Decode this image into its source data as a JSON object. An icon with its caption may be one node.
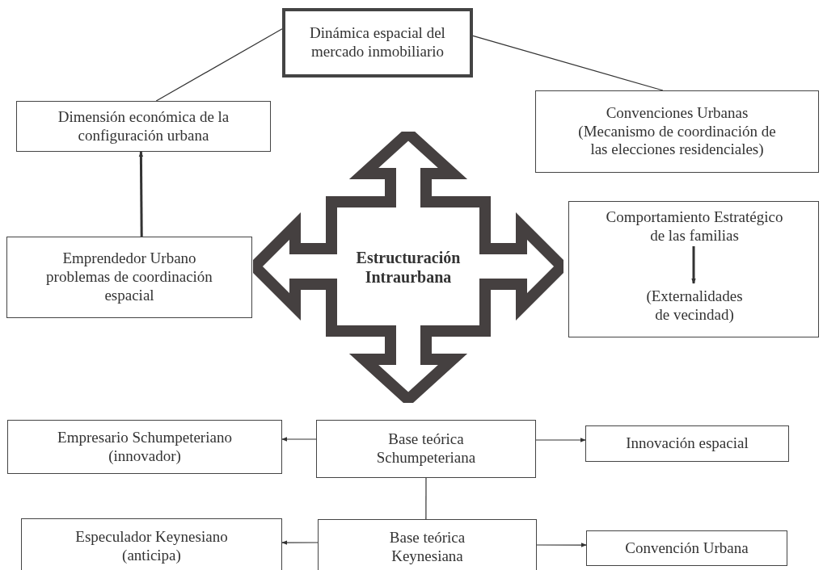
{
  "diagram": {
    "nodes": [
      {
        "text": [
          "Dinámica espacial del mercado inmobiliario"
        ]
      },
      {
        "text": [
          "Dimensión económica de la configuración urbana"
        ]
      },
      {
        "text": [
          "Convenciones Urbanas (Mecanismo de coordinación de las elecciones residenciales)"
        ]
      },
      {
        "text": [
          "Emprendedor Urbano problemas de coordinación espacial"
        ]
      },
      {
        "text": [
          "Estructuración Intraurbana"
        ]
      },
      {
        "text": [],
        "shape": "box"
      },
      {
        "text": [
          "Comportamiento Estratégico de las familias"
        ],
        "in": 5
      },
      {
        "text": [
          "(Externalidades de vecindad)"
        ],
        "in": 5
      },
      {
        "text": [
          "Empresario Schumpeteriano (innovador)"
        ]
      },
      {
        "text": [
          "Base teórica Schumpeteriana"
        ]
      },
      {
        "text": [
          "Innovación espacial"
        ]
      },
      {
        "text": [
          "Especulador Keynesiano (anticipa)"
        ]
      },
      {
        "text": [
          "Base teórica Keynesiana"
        ]
      },
      {
        "text": [
          "Convención Urbana"
        ]
      }
    ],
    "edges": [
      {
        "from": 0,
        "to": 1,
        "arrow": "none"
      },
      {
        "from": 0,
        "to": 2,
        "arrow": "none"
      },
      {
        "from": 3,
        "to": 1,
        "arrow": "to",
        "style": "thick"
      },
      {
        "from": 6,
        "to": 7,
        "arrow": "to",
        "style": "thick"
      },
      {
        "from": 9,
        "to": 8,
        "arrow": "to"
      },
      {
        "from": 9,
        "to": 10,
        "arrow": "to"
      },
      {
        "from": 9,
        "to": 12,
        "arrow": "none"
      },
      {
        "from": 12,
        "to": 11,
        "arrow": "to"
      },
      {
        "from": 12,
        "to": 13,
        "arrow": "to"
      }
    ]
  }
}
